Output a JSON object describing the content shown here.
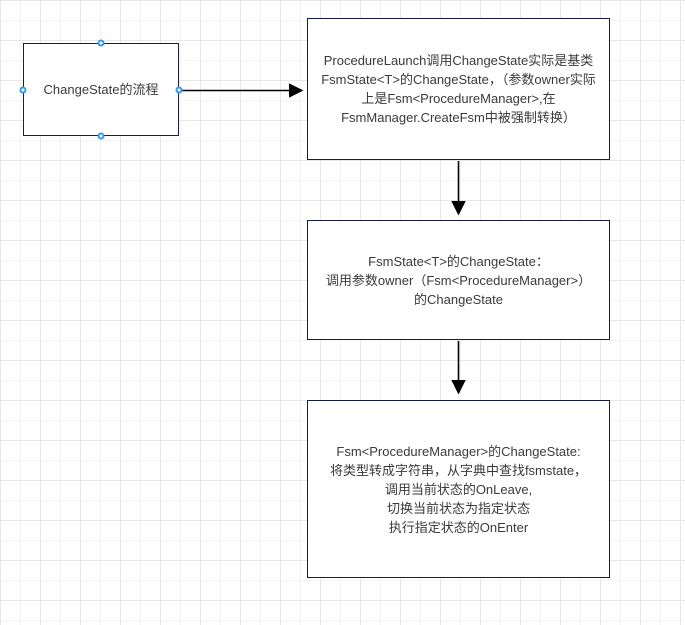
{
  "palette": {
    "canvas_bg": "#ffffff",
    "grid_minor": "#f4f4f4",
    "grid_major": "#e7e7e7",
    "node_border": "#161c45",
    "node_fill": "#ffffff",
    "text": "#3a3a3a",
    "connector": "#000000",
    "handle_stroke": "#2f9bf2",
    "handle_fill": "#ffffff"
  },
  "nodes": {
    "start": {
      "label": "ChangeState的流程",
      "selected": true
    },
    "step1": {
      "text": "ProcedureLaunch调用ChangeState实际是基类\nFsmState<T>的ChangeState，（参数owner实际\n上是Fsm<ProcedureManager>,在\nFsmManager.CreateFsm中被强制转换）"
    },
    "step2": {
      "text": "FsmState<T>的ChangeState：\n调用参数owner（Fsm<ProcedureManager>）\n的ChangeState"
    },
    "step3": {
      "text": "Fsm<ProcedureManager>的ChangeState:\n将类型转成字符串，从字典中查找fsmstate，\n调用当前状态的OnLeave,\n切换当前状态为指定状态\n执行指定状态的OnEnter"
    }
  },
  "connectors": [
    {
      "from": "start",
      "to": "step1",
      "direction": "right"
    },
    {
      "from": "step1",
      "to": "step2",
      "direction": "down"
    },
    {
      "from": "step2",
      "to": "step3",
      "direction": "down"
    }
  ]
}
